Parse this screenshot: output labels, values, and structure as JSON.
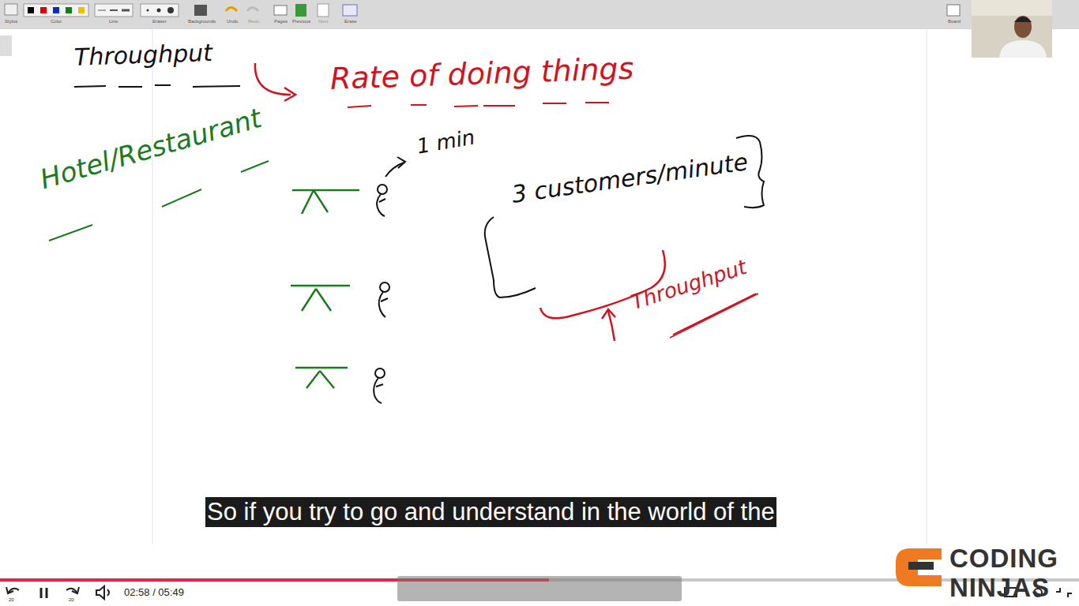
{
  "diagram": {
    "title": "Throughput",
    "labels": [
      "Rate of doing things",
      "Hotel/Restaurant",
      "1 min",
      "3 customers/minute",
      "Throughput",
      "So if you try to go and understand in the world of the",
      "02:58 / 05:49",
      "CODING",
      "NINJAS",
      "Stylus",
      "Color",
      "Line",
      "Eraser",
      "Backgrounds",
      "Undo",
      "Redo",
      "Pages",
      "Previous",
      "Next",
      "Erase",
      "Board",
      "20",
      "20"
    ]
  }
}
